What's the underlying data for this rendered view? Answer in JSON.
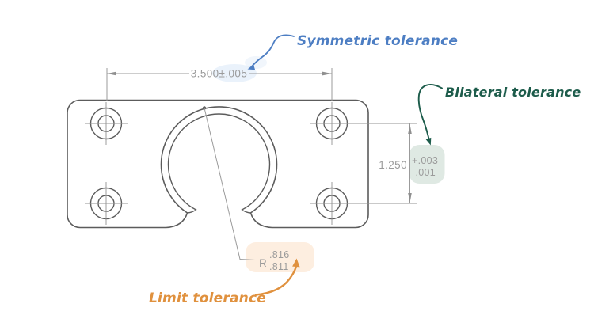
{
  "drawing": {
    "description": "Plate with four holes and keyhole cutout, tolerance callout examples",
    "line_color": "#5c5c5c",
    "dim_color": "#9b9b9b",
    "background": "#ffffff"
  },
  "dimensions": {
    "width": {
      "value": "3.500±.005"
    },
    "height": {
      "value": "1.250",
      "tol_plus": "+.003",
      "tol_minus": "-.001"
    },
    "radius": {
      "prefix": "R",
      "upper": ".816",
      "lower": ".811"
    }
  },
  "annotations": {
    "symmetric": {
      "label": "Symmetric tolerance",
      "color": "#4d7ec3",
      "highlight": "#dce9f8"
    },
    "bilateral": {
      "label": "Bilateral tolerance",
      "color": "#1d5c4b",
      "highlight": "#dfe9e3"
    },
    "limit": {
      "label": "Limit tolerance",
      "color": "#e0913e",
      "highlight": "#fdeee0"
    }
  }
}
